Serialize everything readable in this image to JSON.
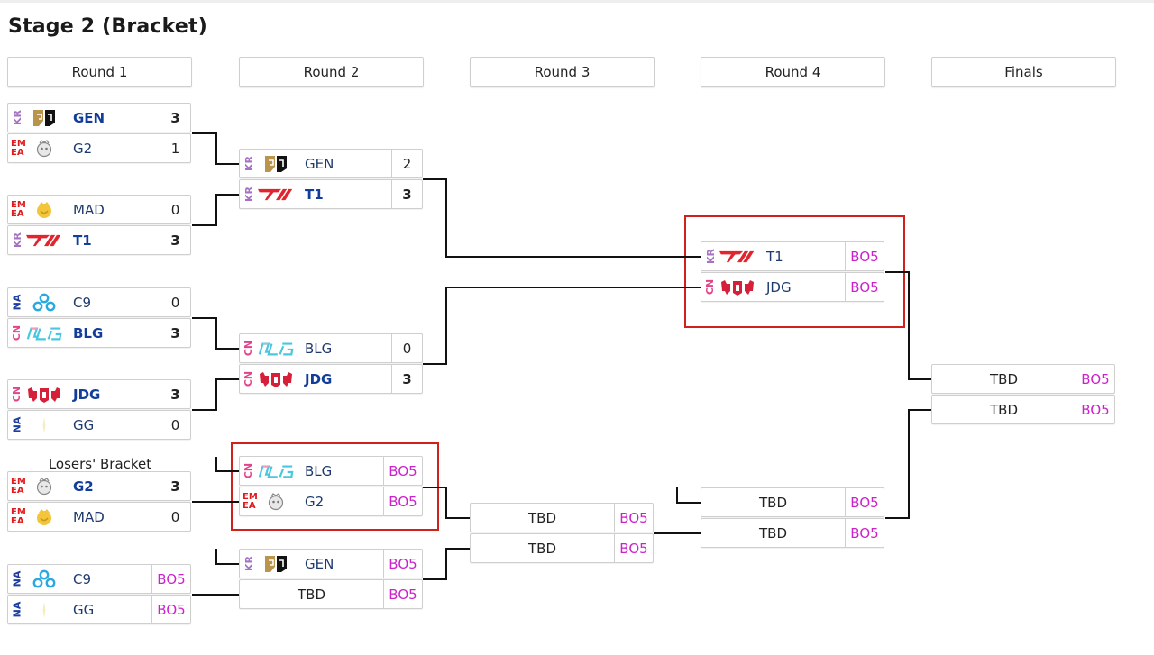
{
  "page": {
    "title": "Stage 2 (Bracket)"
  },
  "rounds": [
    "Round 1",
    "Round 2",
    "Round 3",
    "Round 4",
    "Finals"
  ],
  "losers_bracket_label": "Losers' Bracket",
  "colors": {
    "bo_format": "#cc22cc",
    "highlight": "#d0211c",
    "winner_text": "#123d9a"
  },
  "matches": {
    "r1_m1": [
      {
        "region": "KR",
        "logo": "gen-logo",
        "team": "GEN",
        "score": "3",
        "win": true
      },
      {
        "region": "EMEA",
        "logo": "g2-logo",
        "team": "G2",
        "score": "1",
        "win": false
      }
    ],
    "r1_m2": [
      {
        "region": "EMEA",
        "logo": "mad-logo",
        "team": "MAD",
        "score": "0",
        "win": false
      },
      {
        "region": "KR",
        "logo": "t1-logo",
        "team": "T1",
        "score": "3",
        "win": true
      }
    ],
    "r1_m3": [
      {
        "region": "NA",
        "logo": "c9-logo",
        "team": "C9",
        "score": "0",
        "win": false
      },
      {
        "region": "CN",
        "logo": "blg-logo",
        "team": "BLG",
        "score": "3",
        "win": true
      }
    ],
    "r1_m4": [
      {
        "region": "CN",
        "logo": "jdg-logo",
        "team": "JDG",
        "score": "3",
        "win": true
      },
      {
        "region": "NA",
        "logo": "gg-logo",
        "team": "GG",
        "score": "0",
        "win": false
      }
    ],
    "r1_lb1": [
      {
        "region": "EMEA",
        "logo": "g2-logo",
        "team": "G2",
        "score": "3",
        "win": true
      },
      {
        "region": "EMEA",
        "logo": "mad-logo",
        "team": "MAD",
        "score": "0",
        "win": false
      }
    ],
    "r1_lb2": [
      {
        "region": "NA",
        "logo": "c9-logo",
        "team": "C9",
        "score": "BO5",
        "win": false
      },
      {
        "region": "NA",
        "logo": "gg-logo",
        "team": "GG",
        "score": "BO5",
        "win": false
      }
    ],
    "r2_m1": [
      {
        "region": "KR",
        "logo": "gen-logo",
        "team": "GEN",
        "score": "2",
        "win": false
      },
      {
        "region": "KR",
        "logo": "t1-logo",
        "team": "T1",
        "score": "3",
        "win": true
      }
    ],
    "r2_m2": [
      {
        "region": "CN",
        "logo": "blg-logo",
        "team": "BLG",
        "score": "0",
        "win": false
      },
      {
        "region": "CN",
        "logo": "jdg-logo",
        "team": "JDG",
        "score": "3",
        "win": true
      }
    ],
    "r2_lb1": [
      {
        "region": "CN",
        "logo": "blg-logo",
        "team": "BLG",
        "score": "BO5",
        "win": false
      },
      {
        "region": "EMEA",
        "logo": "g2-logo",
        "team": "G2",
        "score": "BO5",
        "win": false
      }
    ],
    "r2_lb2": [
      {
        "region": "KR",
        "logo": "gen-logo",
        "team": "GEN",
        "score": "BO5",
        "win": false
      },
      {
        "team": "TBD",
        "score": "BO5"
      }
    ],
    "r3_lb": [
      {
        "team": "TBD",
        "score": "BO5"
      },
      {
        "team": "TBD",
        "score": "BO5"
      }
    ],
    "r4_upper": [
      {
        "region": "KR",
        "logo": "t1-logo",
        "team": "T1",
        "score": "BO5",
        "win": false
      },
      {
        "region": "CN",
        "logo": "jdg-logo",
        "team": "JDG",
        "score": "BO5",
        "win": false
      }
    ],
    "r4_lower": [
      {
        "team": "TBD",
        "score": "BO5"
      },
      {
        "team": "TBD",
        "score": "BO5"
      }
    ],
    "finals": [
      {
        "team": "TBD",
        "score": "BO5"
      },
      {
        "team": "TBD",
        "score": "BO5"
      }
    ]
  }
}
